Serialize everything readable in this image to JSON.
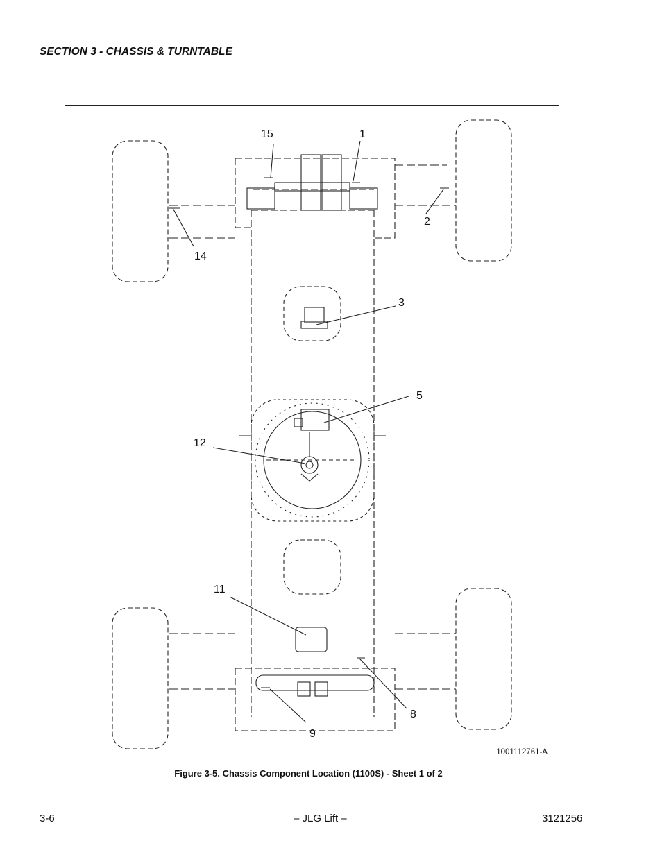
{
  "header": {
    "section_title": "SECTION 3 - CHASSIS & TURNTABLE"
  },
  "figure": {
    "drawing_number": "1001112761-A",
    "callouts": [
      "15",
      "1",
      "2",
      "14",
      "3",
      "5",
      "12",
      "11",
      "8",
      "9"
    ],
    "caption": "Figure 3-5.  Chassis Component Location (1100S) - Sheet 1 of 2"
  },
  "footer": {
    "page_number": "3-6",
    "brand": "– JLG Lift –",
    "doc_number": "3121256"
  }
}
